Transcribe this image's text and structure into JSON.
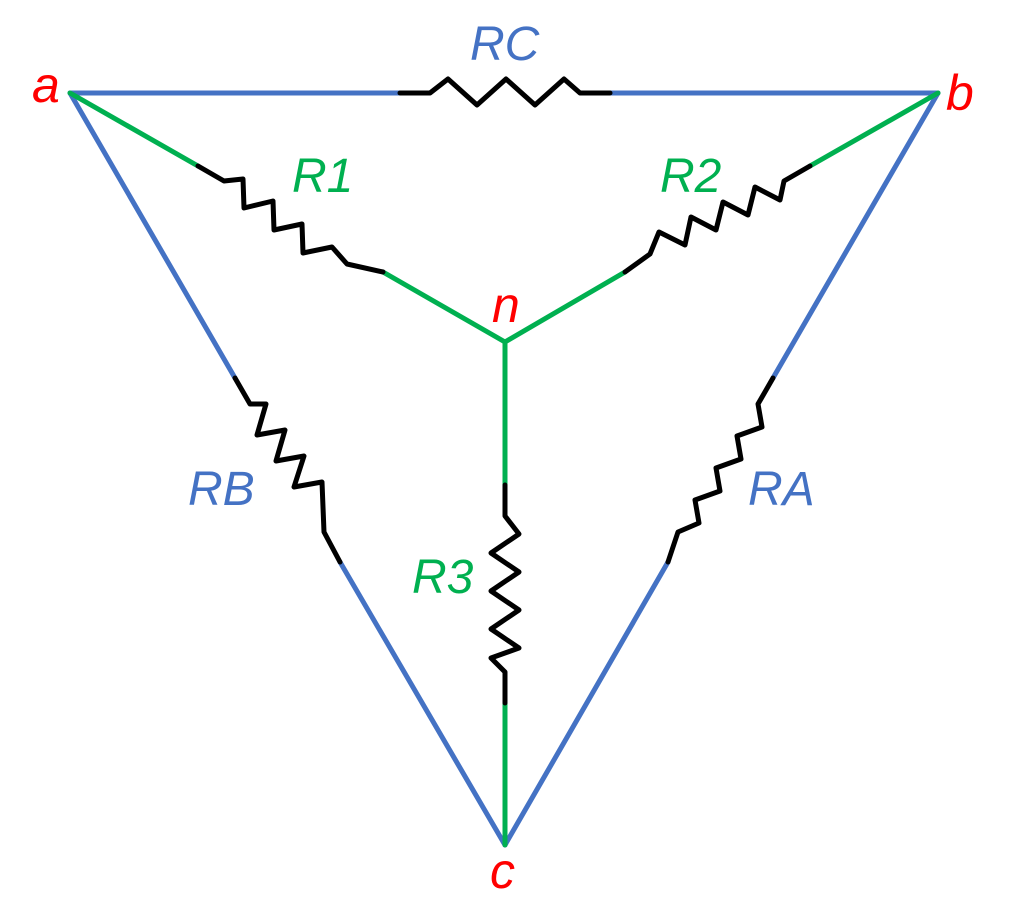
{
  "colors": {
    "delta": "#4472C4",
    "wye": "#00B050",
    "resistor": "#000000",
    "node": "#FF0000"
  },
  "nodes": {
    "a": "a",
    "b": "b",
    "c": "c",
    "n": "n"
  },
  "delta_resistors": {
    "rc": "RC",
    "ra": "RA",
    "rb": "RB"
  },
  "wye_resistors": {
    "r1": "R1",
    "r2": "R2",
    "r3": "R3"
  }
}
